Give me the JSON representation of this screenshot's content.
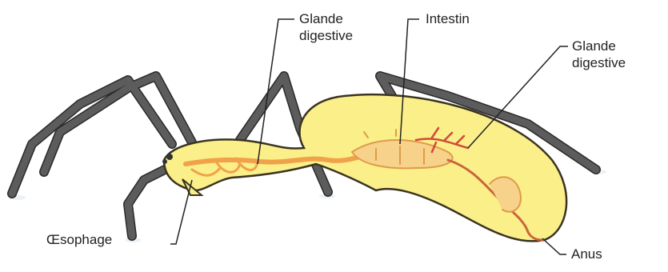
{
  "labels": {
    "glande_digestive_top": {
      "line1": "Glande",
      "line2": "digestive"
    },
    "intestin": "Intestin",
    "glande_digestive_right": {
      "line1": "Glande",
      "line2": "digestive"
    },
    "oesophage": "Œsophage",
    "anus": "Anus"
  },
  "colors": {
    "body_fill": "#fbef8a",
    "body_stroke": "#3a3320",
    "leg_fill": "#5c5c5c",
    "leg_stroke": "#2a2a2a",
    "organ_orange": "#f0a24a",
    "organ_dark": "#c8663a",
    "gland_red": "#d04a3a",
    "leader_line": "#222222"
  }
}
